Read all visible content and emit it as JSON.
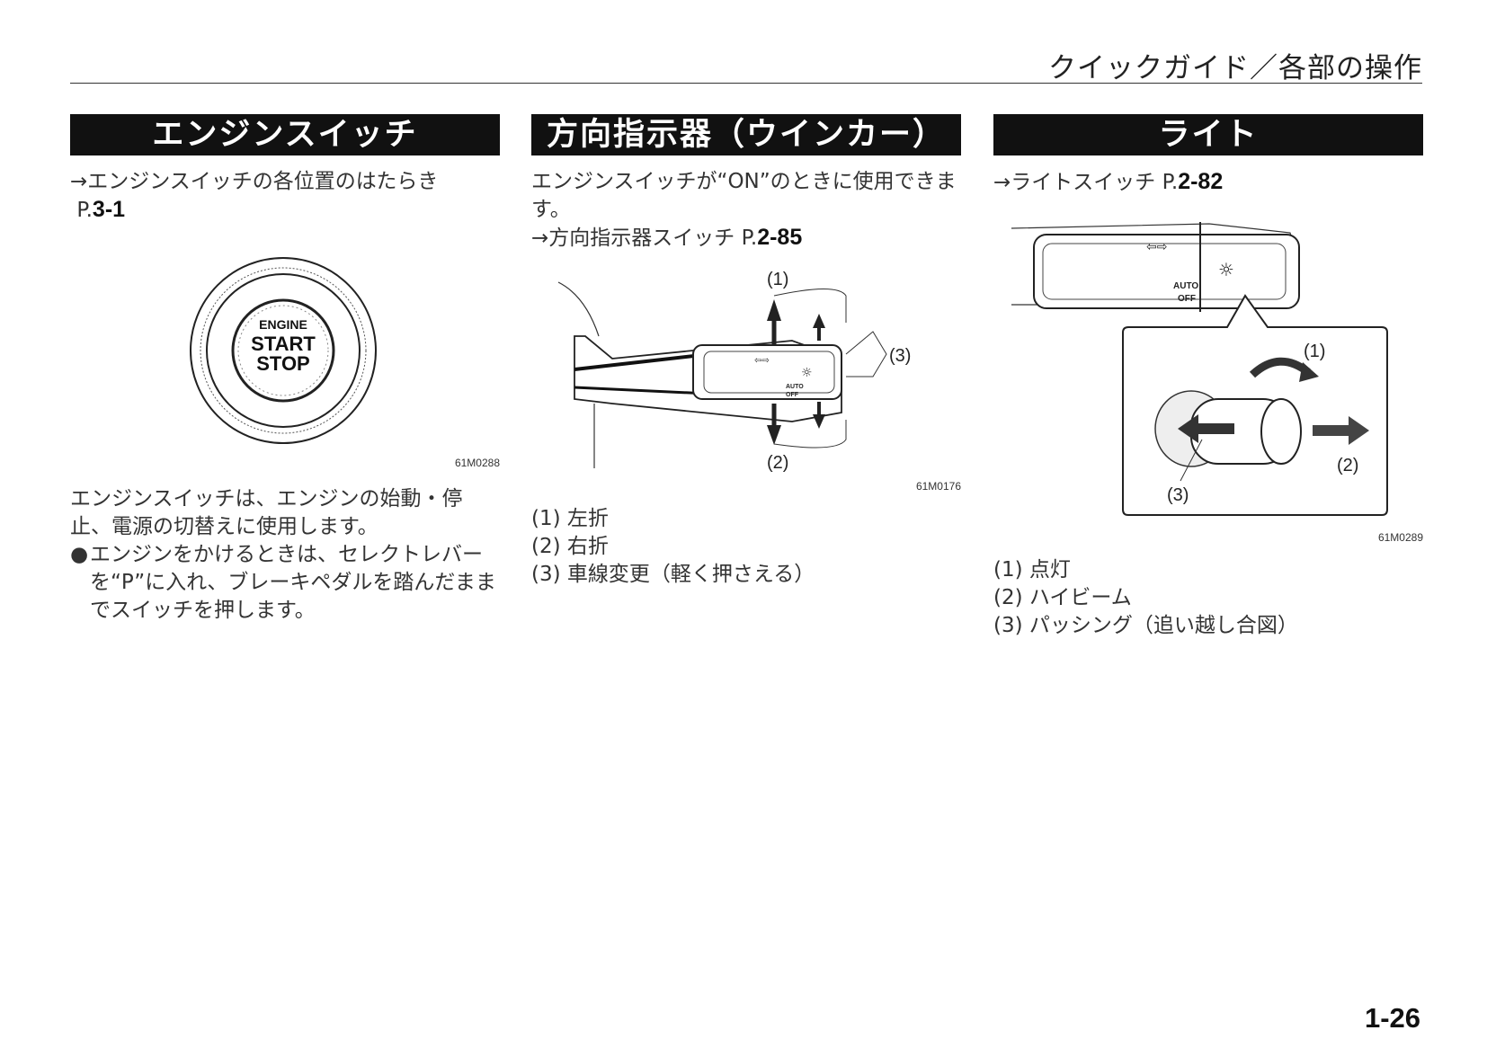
{
  "header": {
    "title": "クイックガイド／各部の操作"
  },
  "col1": {
    "heading": "エンジンスイッチ",
    "ref_prefix": "→エンジンスイッチの各位置のはたらき",
    "ref_p": "P.",
    "ref_num": "3-1",
    "figure": {
      "line1": "ENGINE",
      "line2": "START",
      "line3": "STOP",
      "code": "61M0288"
    },
    "body": "エンジンスイッチは、エンジンの始動・停止、電源の切替えに使用します。",
    "bullet": "エンジンをかけるときは、セレクトレバーを“P”に入れ、ブレーキペダルを踏んだままでスイッチを押します。"
  },
  "col2": {
    "heading": "方向指示器（ウインカー）",
    "intro": "エンジンスイッチが“ON”のときに使用できます。",
    "ref_prefix": "→方向指示器スイッチ",
    "ref_p": "P.",
    "ref_num": "2-85",
    "figure": {
      "label1": "(1)",
      "label2": "(2)",
      "label3": "(3)",
      "auto": "AUTO",
      "off": "OFF",
      "code": "61M0176"
    },
    "legend": [
      "(1) 左折",
      "(2) 右折",
      "(3) 車線変更（軽く押さえる）"
    ]
  },
  "col3": {
    "heading": "ライト",
    "ref_prefix": "→ライトスイッチ",
    "ref_p": "P.",
    "ref_num": "2-82",
    "figure": {
      "label1": "(1)",
      "label2": "(2)",
      "label3": "(3)",
      "auto": "AUTO",
      "off": "OFF",
      "code": "61M0289"
    },
    "legend": [
      "(1) 点灯",
      "(2) ハイビーム",
      "(3) パッシング（追い越し合図）"
    ]
  },
  "page_number": "1-26"
}
